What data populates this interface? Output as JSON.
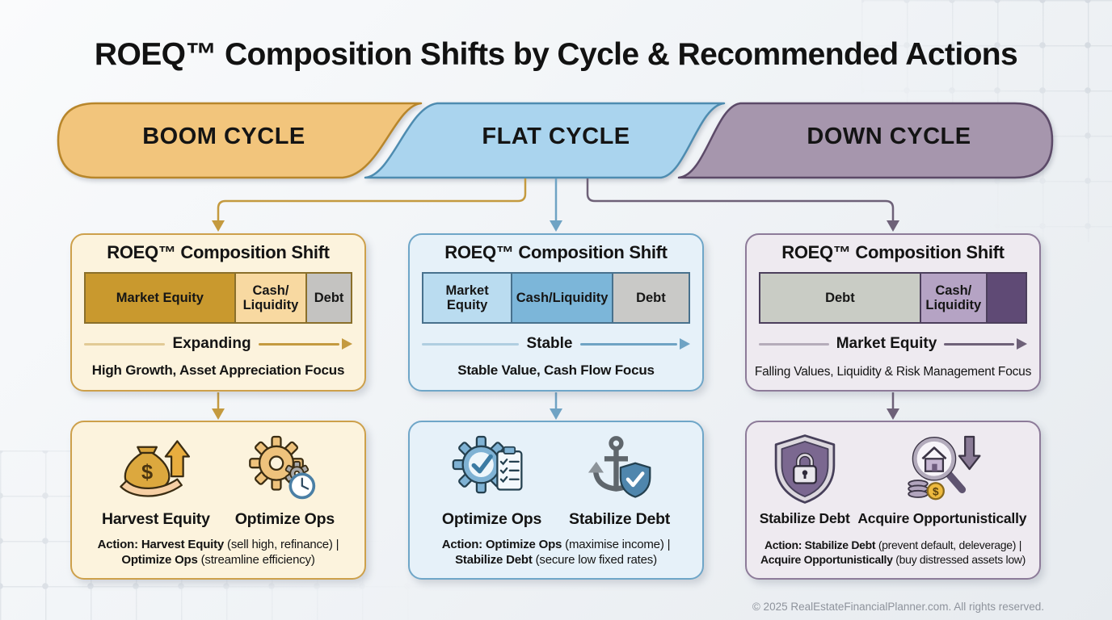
{
  "title": "ROEQ™ Composition Shifts by Cycle & Recommended Actions",
  "footer": "© 2025 RealEstateFinancialPlanner.com. All rights reserved.",
  "cycles": [
    {
      "banner_label": "BOOM CYCLE",
      "colors": {
        "banner_fill": "#f2c57c",
        "banner_stroke": "#b8862b",
        "box_fill": "#fcf3dd",
        "box_border": "#cda04b",
        "bar_border": "#8a6f2a",
        "arrow": "#c49a3f"
      },
      "shift": {
        "title": "ROEQ™ Composition Shift",
        "segments": [
          {
            "label": "Market Equity",
            "width": "56%",
            "color": "#c9992e"
          },
          {
            "label": "Cash/​Liquidity",
            "width": "27%",
            "color": "#f8d9a1"
          },
          {
            "label": "Debt",
            "width": "17%",
            "color": "#c4c3c1"
          }
        ],
        "trend": "Expanding",
        "focus": "High Growth, Asset Appreciation Focus"
      },
      "actions": {
        "item1_label": "Harvest Equity",
        "item2_label": "Optimize Ops",
        "item1_icon": "money-bag-on-hand-with-up-arrow",
        "item2_icon": "gear-with-clock",
        "line1_bold": "Action: Harvest Equity",
        "line1_rest": " (sell high, refinance) |",
        "line2_bold": "Optimize Ops",
        "line2_rest": " (streamline efficiency)"
      }
    },
    {
      "banner_label": "FLAT CYCLE",
      "colors": {
        "banner_fill": "#aad4ee",
        "banner_stroke": "#4e8cb0",
        "box_fill": "#e6f1f9",
        "box_border": "#6fa6c8",
        "bar_border": "#48718d",
        "arrow": "#6fa3c4"
      },
      "shift": {
        "title": "ROEQ™ Composition Shift",
        "segments": [
          {
            "label": "Market Equity",
            "width": "33%",
            "color": "#badcf0"
          },
          {
            "label": "Cash/​Liquidity",
            "width": "38%",
            "color": "#7cb6d9"
          },
          {
            "label": "Debt",
            "width": "29%",
            "color": "#c9c9c7"
          }
        ],
        "trend": "Stable",
        "focus": "Stable Value, Cash Flow Focus"
      },
      "actions": {
        "item1_label": "Optimize Ops",
        "item2_label": "Stabilize Debt",
        "item1_icon": "gear-check-with-clipboard",
        "item2_icon": "anchor-with-shield-check",
        "line1_bold": "Action: Optimize Ops",
        "line1_rest": " (maximise income) |",
        "line2_bold": "Stabilize Debt",
        "line2_rest": " (secure low fixed rates)"
      }
    },
    {
      "banner_label": "DOWN CYCLE",
      "colors": {
        "banner_fill": "#a696ad",
        "banner_stroke": "#5c4a68",
        "box_fill": "#eeeaf0",
        "box_border": "#8d7b99",
        "bar_border": "#4c3f5c",
        "arrow": "#6e6178"
      },
      "shift": {
        "title": "ROEQ™ Composition Shift",
        "segments": [
          {
            "label": "Debt",
            "width": "60%",
            "color": "#c9ccc5"
          },
          {
            "label": "Cash/​Liquidity",
            "width": "25%",
            "color": "#b5a3c4"
          },
          {
            "label": "",
            "width": "15%",
            "color": "#5f4a75"
          }
        ],
        "trend": "Market Equity",
        "focus": "Falling Values, Liquidity & Risk Management Focus"
      },
      "actions": {
        "item1_label": "Stabilize Debt",
        "item2_label": "Acquire Opportunistically",
        "item1_icon": "shield-with-lock",
        "item2_icon": "magnifier-house-coins-down-arrow",
        "line1_bold": "Action: Stabilize Debt",
        "line1_rest": " (prevent default, deleverage) |",
        "line2_bold": "Acquire Opportunistically",
        "line2_rest": " (buy distressed assets low)"
      }
    }
  ]
}
